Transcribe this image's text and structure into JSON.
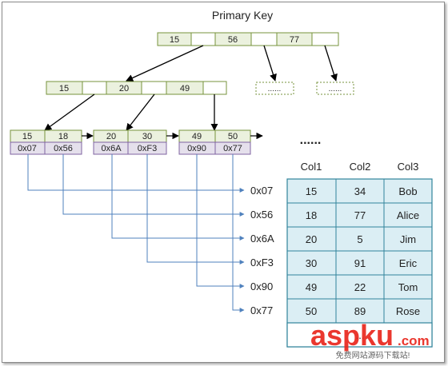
{
  "title": "Primary Key",
  "root_keys": [
    "15",
    "56",
    "77"
  ],
  "level2_keys": [
    "15",
    "20",
    "49"
  ],
  "dotted_node_label": "......",
  "leaves": [
    {
      "keys": [
        "15",
        "18"
      ],
      "addrs": [
        "0x07",
        "0x56"
      ]
    },
    {
      "keys": [
        "20",
        "30"
      ],
      "addrs": [
        "0x6A",
        "0xF3"
      ]
    },
    {
      "keys": [
        "49",
        "50"
      ],
      "addrs": [
        "0x90",
        "0x77"
      ]
    }
  ],
  "leaf_ellipsis": "......",
  "pointer_labels": [
    "0x07",
    "0x56",
    "0x6A",
    "0xF3",
    "0x90",
    "0x77"
  ],
  "table": {
    "headers": [
      "Col1",
      "Col2",
      "Col3"
    ],
    "rows": [
      [
        "15",
        "34",
        "Bob"
      ],
      [
        "18",
        "77",
        "Alice"
      ],
      [
        "20",
        "5",
        "Jim"
      ],
      [
        "30",
        "91",
        "Eric"
      ],
      [
        "49",
        "22",
        "Tom"
      ],
      [
        "50",
        "89",
        "Rose"
      ],
      [
        "",
        "...",
        ""
      ]
    ]
  },
  "watermark": {
    "main": "aspku",
    "sub": ".com",
    "caption": "免费网站源码下载站!"
  },
  "colors": {
    "node_border": "#77933c",
    "node_fill": "#ebf1de",
    "addr_border": "#8064a2",
    "addr_fill": "#e5e0ec",
    "table_fill": "#dbeef4",
    "table_border": "#31849b",
    "pointer_line": "#4f81bd",
    "watermark_red": "#e8261c"
  }
}
